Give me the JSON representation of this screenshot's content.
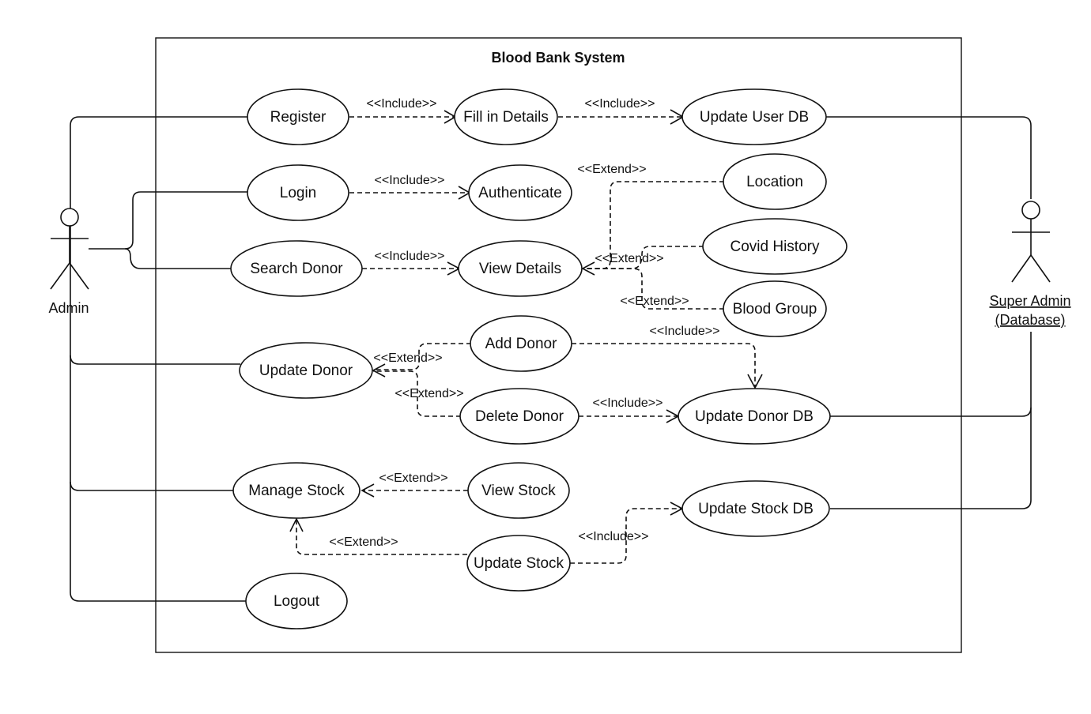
{
  "system": {
    "title": "Blood Bank System"
  },
  "actors": {
    "admin": {
      "label": "Admin"
    },
    "super_admin": {
      "label_line1": "Super Admin",
      "label_line2": "(Database)"
    }
  },
  "use_cases": {
    "register": "Register",
    "fill_details": "Fill in Details",
    "update_user_db": "Update User DB",
    "login": "Login",
    "authenticate": "Authenticate",
    "location": "Location",
    "search_donor": "Search Donor",
    "view_details": "View Details",
    "covid_history": "Covid History",
    "blood_group": "Blood Group",
    "add_donor": "Add Donor",
    "update_donor": "Update Donor",
    "delete_donor": "Delete Donor",
    "update_donor_db": "Update Donor DB",
    "manage_stock": "Manage Stock",
    "view_stock": "View Stock",
    "update_stock_db": "Update Stock DB",
    "update_stock": "Update Stock",
    "logout": "Logout"
  },
  "relations": {
    "include": "<<Include>>",
    "extend": "<<Extend>>"
  }
}
